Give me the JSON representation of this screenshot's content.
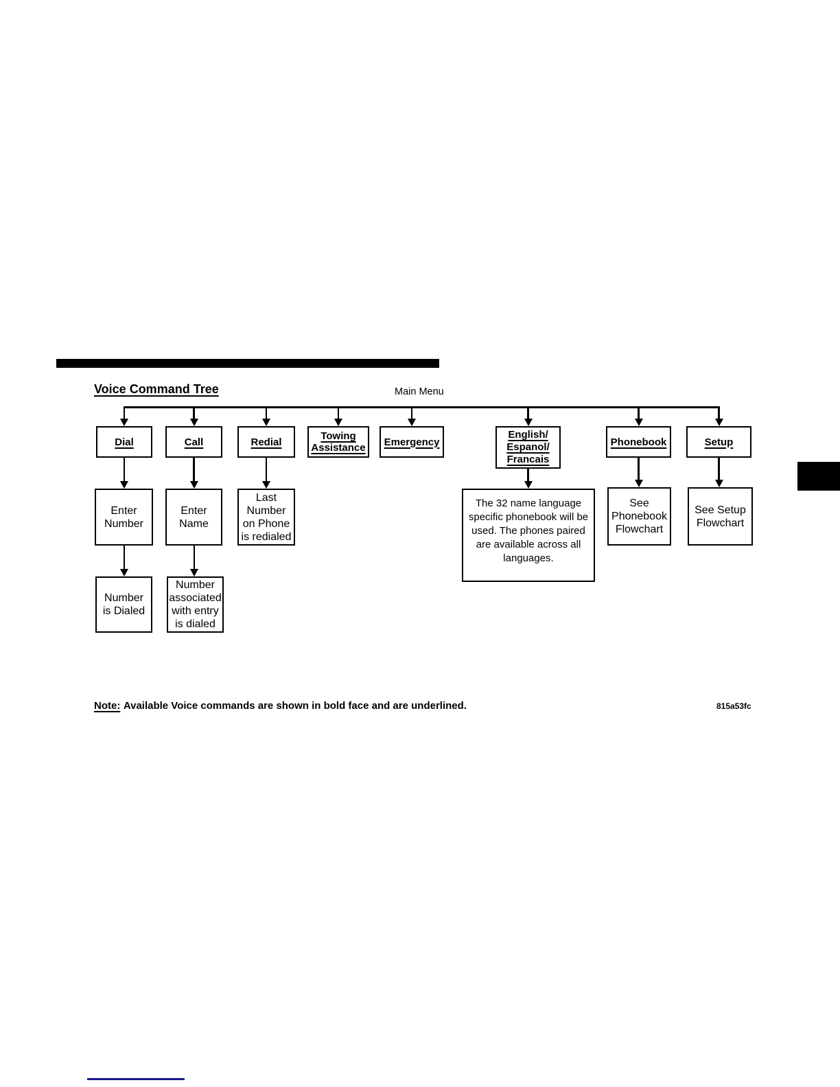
{
  "page": {
    "title": "Voice Command Tree",
    "main_menu_label": "Main Menu",
    "note": {
      "label": "Note:",
      "text": "Available Voice commands are shown in bold face and are underlined."
    },
    "figure_code": "815a53fc"
  },
  "colors": {
    "ink": "#000000",
    "background": "#ffffff",
    "footer_link_rule": "#1a1a8c"
  },
  "nodes": {
    "dial": {
      "label": "Dial"
    },
    "call": {
      "label": "Call"
    },
    "redial": {
      "label": "Redial"
    },
    "towing_assistance": {
      "lines": [
        "Towing",
        "Assistance"
      ]
    },
    "emergency": {
      "label": "Emergency"
    },
    "language": {
      "lines": [
        "English/",
        "Espanol/",
        "Francais"
      ]
    },
    "phonebook": {
      "label": "Phonebook"
    },
    "setup": {
      "label": "Setup"
    },
    "enter_number": {
      "lines": [
        "Enter",
        "Number"
      ]
    },
    "enter_name": {
      "lines": [
        "Enter",
        "Name"
      ]
    },
    "last_number": {
      "lines": [
        "Last",
        "Number",
        "on Phone",
        "is redialed"
      ]
    },
    "language_note": {
      "lines": [
        "The 32 name language",
        "specific phonebook will be",
        "used. The phones paired",
        "are available across all",
        "languages."
      ]
    },
    "see_phonebook": {
      "lines": [
        "See",
        "Phonebook",
        "Flowchart"
      ]
    },
    "see_setup": {
      "lines": [
        "See Setup",
        "Flowchart"
      ]
    },
    "number_dialed": {
      "lines": [
        "Number",
        "is Dialed"
      ]
    },
    "number_associated": {
      "lines": [
        "Number",
        "associated",
        "with entry",
        "is dialed"
      ]
    }
  }
}
